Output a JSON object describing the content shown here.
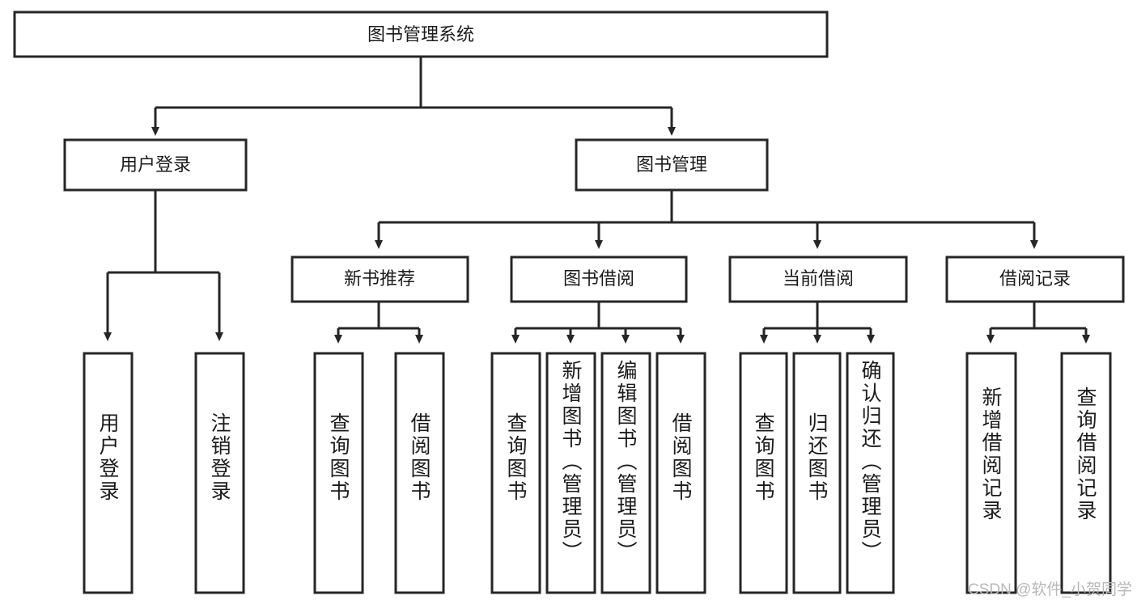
{
  "diagram": {
    "type": "tree",
    "title": "图书管理系统",
    "root": {
      "label": "图书管理系统"
    },
    "level1": [
      {
        "label": "用户登录"
      },
      {
        "label": "图书管理"
      }
    ],
    "level2": [
      {
        "label": "新书推荐"
      },
      {
        "label": "图书借阅"
      },
      {
        "label": "当前借阅"
      },
      {
        "label": "借阅记录"
      }
    ],
    "leaves": {
      "user_login": [
        {
          "label": "用户登录"
        },
        {
          "label": "注销登录"
        }
      ],
      "new_book_recommend": [
        {
          "label": "查询图书"
        },
        {
          "label": "借阅图书"
        }
      ],
      "book_borrow": [
        {
          "label": "查询图书"
        },
        {
          "label": "新增图书（管理员）"
        },
        {
          "label": "编辑图书（管理员）"
        },
        {
          "label": "借阅图书"
        }
      ],
      "current_borrow": [
        {
          "label": "查询图书"
        },
        {
          "label": "归还图书"
        },
        {
          "label": "确认归还（管理员）"
        }
      ],
      "borrow_record": [
        {
          "label": "新增借阅记录"
        },
        {
          "label": "查询借阅记录"
        }
      ]
    }
  },
  "watermark": {
    "text": "CSDN @软件_小贺同学"
  },
  "colors": {
    "stroke": "#262626",
    "box_fill": "#ffffff",
    "text": "#1b1b1b",
    "watermark": "#b8b8b8",
    "background": "#ffffff"
  }
}
